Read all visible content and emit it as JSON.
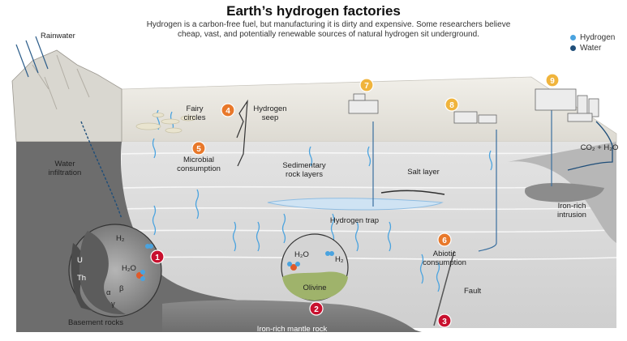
{
  "title": "Earth’s hydrogen factories",
  "subtitle": "Hydrogen is a carbon-free fuel, but manufacturing it is dirty and expensive. Some researchers believe cheap, vast, and potentially renewable sources of natural hydrogen sit underground.",
  "legend": [
    {
      "label": "Hydrogen",
      "color": "#4aa3df"
    },
    {
      "label": "Water",
      "color": "#1f4e79"
    }
  ],
  "labels": {
    "rainwater": "Rainwater",
    "water_infiltration_1": "Water",
    "water_infiltration_2": "infiltration",
    "fairy_circles_1": "Fairy",
    "fairy_circles_2": "circles",
    "hydrogen_seep_1": "Hydrogen",
    "hydrogen_seep_2": "seep",
    "microbial_1": "Microbial",
    "microbial_2": "consumption",
    "sedimentary_1": "Sedimentary",
    "sedimentary_2": "rock layers",
    "salt_layer": "Salt layer",
    "hydrogen_trap": "Hydrogen trap",
    "co2_h2o": "CO₂ + H₂O",
    "iron_rich_1": "Iron-rich",
    "iron_rich_2": "intrusion",
    "abiotic_1": "Abiotic",
    "abiotic_2": "consumption",
    "fault": "Fault",
    "basement": "Basement rocks",
    "mantle": "Iron-rich mantle rock",
    "olivine": "Olivine",
    "h2": "H₂",
    "h2o": "H₂O",
    "u": "U",
    "th": "Th",
    "alpha": "α",
    "beta": "β",
    "gamma": "γ"
  },
  "markers": [
    "1",
    "2",
    "3",
    "4",
    "5",
    "6",
    "7",
    "8",
    "9"
  ],
  "colors": {
    "marker_red": "#c8102e",
    "marker_orange": "#e8782a",
    "marker_yellow": "#f0b43c"
  }
}
